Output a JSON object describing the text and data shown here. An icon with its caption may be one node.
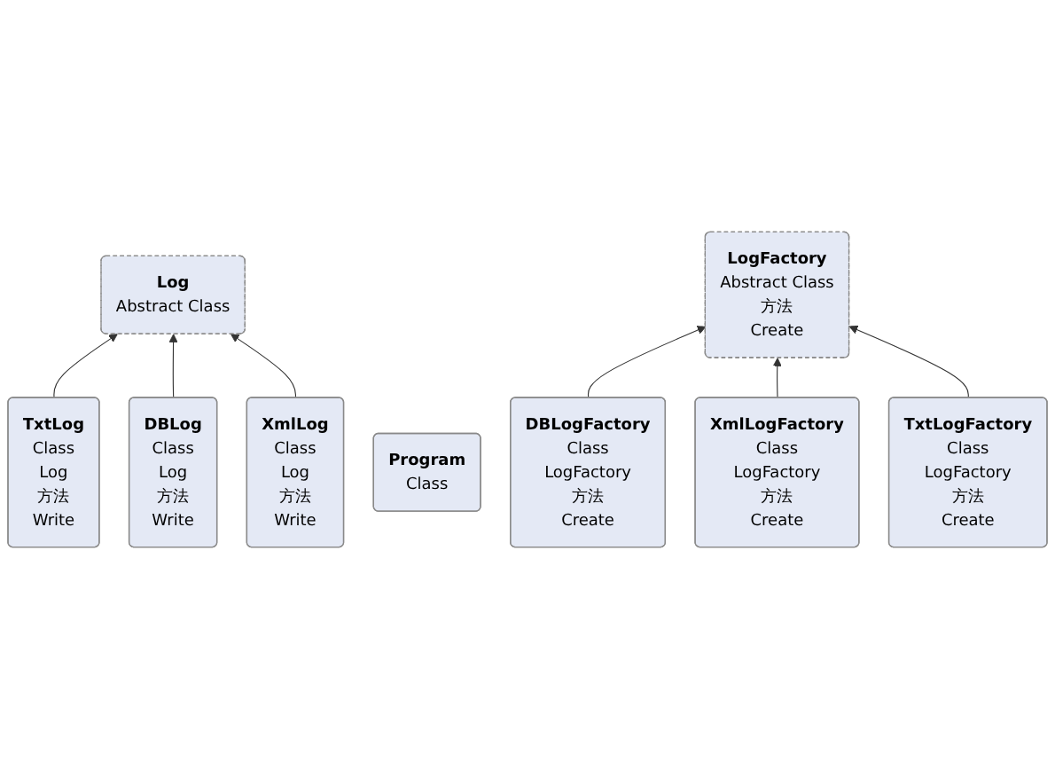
{
  "diagram": {
    "nodes": [
      {
        "text": [
          "Log",
          "Abstract Class"
        ]
      },
      {
        "text": [
          "TxtLog",
          "Class",
          "Log",
          "方法",
          "Write"
        ]
      },
      {
        "text": [
          "DBLog",
          "Class",
          "Log",
          "方法",
          "Write"
        ]
      },
      {
        "text": [
          "XmlLog",
          "Class",
          "Log",
          "方法",
          "Write"
        ]
      },
      {
        "text": [
          "Program",
          "Class"
        ]
      },
      {
        "text": [
          "LogFactory",
          "Abstract Class",
          "方法",
          "Create"
        ]
      },
      {
        "text": [
          "DBLogFactory",
          "Class",
          "LogFactory",
          "方法",
          "Create"
        ]
      },
      {
        "text": [
          "XmlLogFactory",
          "Class",
          "LogFactory",
          "方法",
          "Create"
        ]
      },
      {
        "text": [
          "TxtLogFactory",
          "Class",
          "LogFactory",
          "方法",
          "Create"
        ]
      }
    ],
    "edges": [
      {
        "from": 1,
        "to": 0,
        "arrow": "to"
      },
      {
        "from": 2,
        "to": 0,
        "arrow": "to"
      },
      {
        "from": 3,
        "to": 0,
        "arrow": "to"
      },
      {
        "from": 6,
        "to": 5,
        "arrow": "to"
      },
      {
        "from": 7,
        "to": 5,
        "arrow": "to"
      },
      {
        "from": 8,
        "to": 5,
        "arrow": "to"
      }
    ]
  }
}
